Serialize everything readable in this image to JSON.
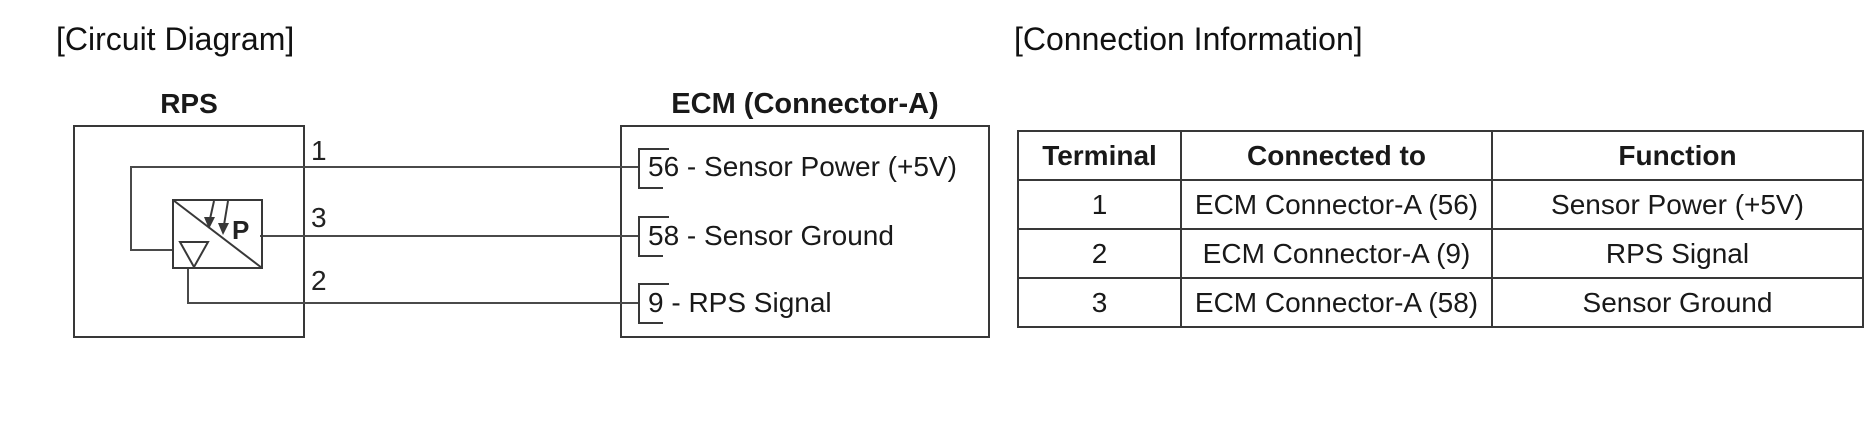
{
  "colors": {
    "background": "#ffffff",
    "line": "#4a4a4a",
    "border": "#383838",
    "text": "#191919"
  },
  "circuit": {
    "section_title": "[Circuit Diagram]",
    "rps_label": "RPS",
    "ecm_label": "ECM (Connector-A)",
    "sensor_symbol_letter": "P",
    "terminals": [
      "1",
      "3",
      "2"
    ],
    "ecm_pins": [
      {
        "label": "56 - Sensor Power (+5V)"
      },
      {
        "label": "58 - Sensor Ground"
      },
      {
        "label": "9 - RPS Signal"
      }
    ]
  },
  "connection_information": {
    "section_title": "[Connection Information]",
    "table": {
      "headers": [
        "Terminal",
        "Connected to",
        "Function"
      ],
      "rows": [
        [
          "1",
          "ECM Connector-A (56)",
          "Sensor Power (+5V)"
        ],
        [
          "2",
          "ECM Connector-A (9)",
          "RPS Signal"
        ],
        [
          "3",
          "ECM Connector-A (58)",
          "Sensor Ground"
        ]
      ]
    }
  }
}
